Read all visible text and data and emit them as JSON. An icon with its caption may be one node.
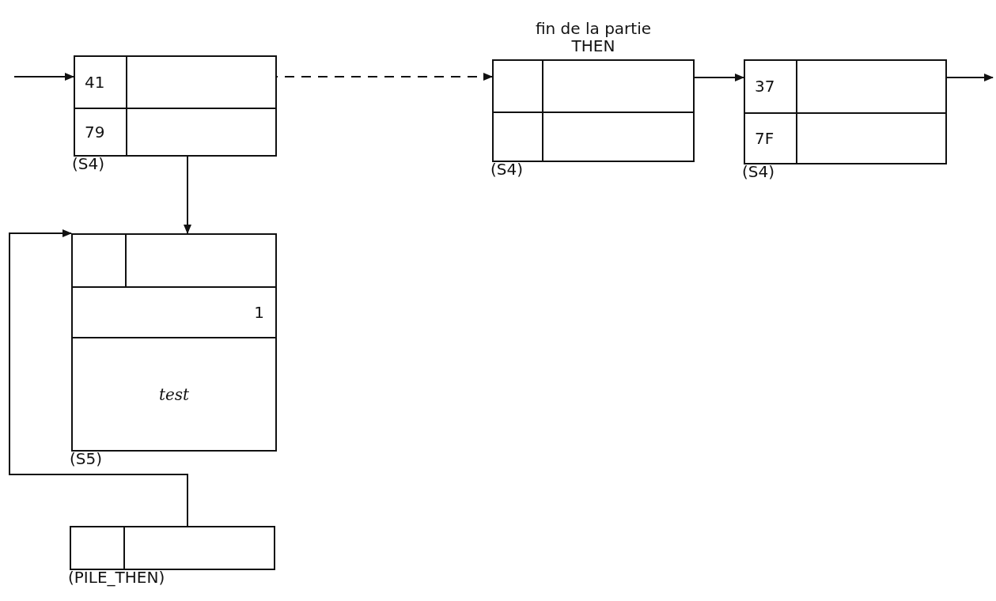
{
  "diagram": {
    "nodes": [
      {
        "text": [
          "41",
          "79"
        ],
        "beside": [
          "(S4)"
        ]
      },
      {
        "text": [],
        "shape": "box",
        "beside": [
          "fin de la partie THEN",
          "(S4)"
        ]
      },
      {
        "text": [
          "37",
          "7F"
        ],
        "beside": [
          "(S4)"
        ]
      },
      {
        "text": [
          "1",
          "test"
        ],
        "beside": [
          "(S5)"
        ]
      },
      {
        "text": [],
        "shape": "box",
        "beside": [
          "(PILE_THEN)"
        ]
      }
    ],
    "edges": [
      {
        "from": null,
        "to": 0,
        "arrow": "to"
      },
      {
        "from": 0,
        "to": 1,
        "arrow": "to",
        "style": "dashed"
      },
      {
        "from": 1,
        "to": 2,
        "arrow": "to"
      },
      {
        "from": 2,
        "to": null,
        "arrow": "to"
      },
      {
        "from": 0,
        "to": 3,
        "arrow": "to"
      },
      {
        "from": 4,
        "to": 3,
        "arrow": "to"
      }
    ]
  }
}
